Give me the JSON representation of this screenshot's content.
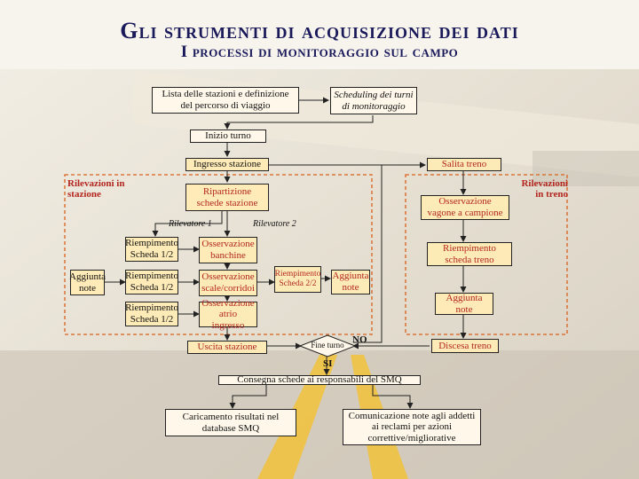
{
  "title": "Gli strumenti di acquisizione dei dati",
  "subtitle": "I processi di monitoraggio sul campo",
  "nodes": {
    "lista": "Lista delle stazioni e definizione del percorso di viaggio",
    "scheduling": "Scheduling dei turni di monitoraggio",
    "inizio": "Inizio turno",
    "ingresso": "Ingresso stazione",
    "salita": "Salita treno",
    "ripartizione": "Ripartizione schede stazione",
    "osservazione_vagone": "Osservazione vagone a campione",
    "riemp1": "Riempimento Scheda 1/2",
    "oss_banchine": "Osservazione banchine",
    "riemp2": "Riempimento Scheda 1/2",
    "oss_scale": "Osservazione scale/corridoi",
    "riemp_scheda22": "Riempimento Scheda 2/2",
    "aggiunta_note_mid": "Aggiunta note",
    "riemp3": "Riempimento Scheda 1/2",
    "oss_atrio": "Osservazione atrio ingresso",
    "aggiunta_note_left": "Aggiunta note",
    "riemp_treno": "Riempimento scheda treno",
    "aggiunta_note_right": "Aggiunta note",
    "uscita": "Uscita stazione",
    "fine_turno": "Fine turno",
    "discesa": "Discesa treno",
    "consegna": "Consegna schede ai responsabili del SMQ",
    "caricamento": "Caricamento risultati nel database SMQ",
    "comunicazione": "Comunicazione note agli addetti ai reclami per azioni correttive/migliorative"
  },
  "labels": {
    "rilevatore1": "Rilevatore 1",
    "rilevatore2": "Rilevatore 2",
    "no": "NO",
    "si": "SI",
    "rilevazioni_stazione": "Rilevazioni in stazione",
    "rilevazioni_treno": "Rilevazioni in treno"
  },
  "colors": {
    "title": "#1a1a5a",
    "box_fill": "#ffecb4",
    "red_text": "#b3261e",
    "dashed_region": "#d9601c"
  }
}
